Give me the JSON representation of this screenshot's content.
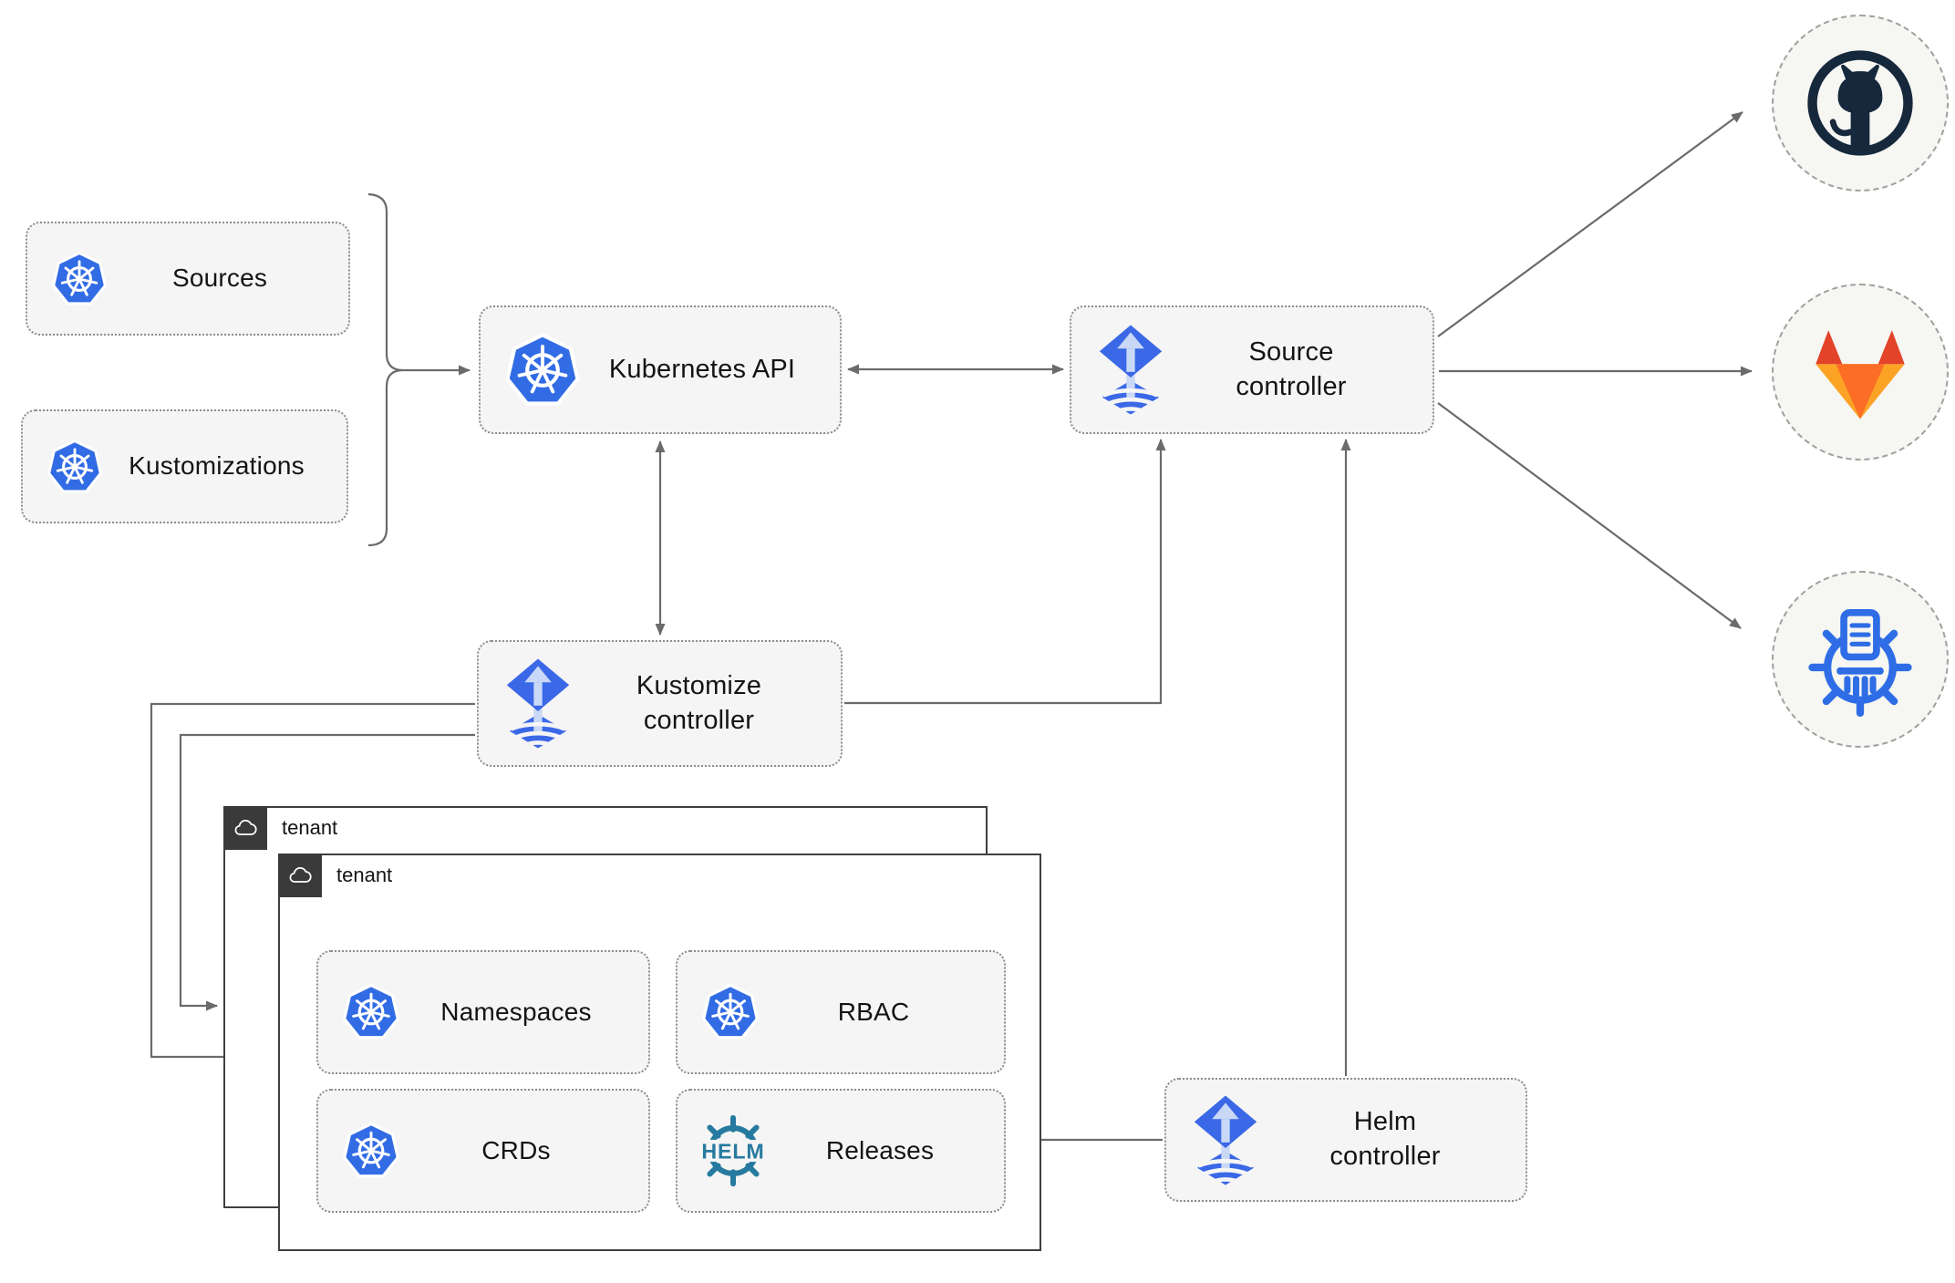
{
  "colors": {
    "k8s_blue": "#326ce5",
    "flux_blue": "#3a68e7",
    "flux_arrow_light": "#c9d8f6",
    "helm_teal": "#277a9f",
    "github_navy": "#16283c",
    "gitlab_red": "#e24329",
    "gitlab_orange": "#fc6d26",
    "gitlab_amber": "#fca326",
    "registry_blue": "#2e6de5",
    "wire_gray": "#6b6b6b",
    "tenant_tab_dark": "#3a3a3a",
    "node_fill": "#f5f5f5"
  },
  "nodes": {
    "sources": {
      "label": "Sources"
    },
    "kustomizations": {
      "label": "Kustomizations"
    },
    "kubernetes_api": {
      "label": "Kubernetes API"
    },
    "source_controller": {
      "line1": "Source",
      "line2": "controller"
    },
    "kustomize_controller": {
      "line1": "Kustomize",
      "line2": "controller"
    },
    "helm_controller": {
      "line1": "Helm",
      "line2": "controller"
    },
    "tenant_back": {
      "label": "tenant"
    },
    "tenant_front": {
      "label": "tenant"
    },
    "namespaces": {
      "label": "Namespaces"
    },
    "rbac": {
      "label": "RBAC"
    },
    "crds": {
      "label": "CRDs"
    },
    "releases": {
      "label": "Releases"
    }
  },
  "logos": {
    "helm_text": "HELM"
  },
  "icons": {
    "kubernetes": "kubernetes-wheel",
    "flux": "flux-diamond",
    "helm": "helm-wheel",
    "cloud": "cloud-outline",
    "github": "github-octocat",
    "gitlab": "gitlab-tanuki",
    "registry": "oci-registry-wheel"
  }
}
